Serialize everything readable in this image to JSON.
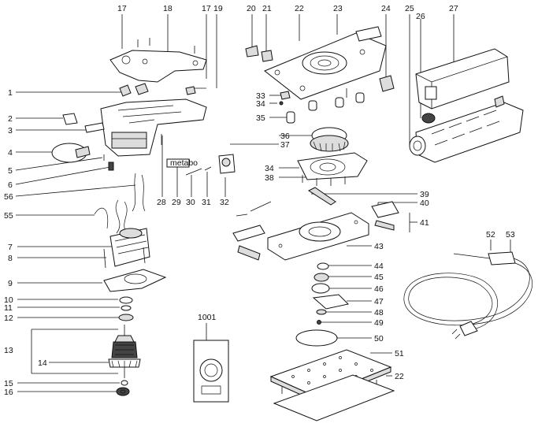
{
  "diagram": {
    "callouts": [
      "17",
      "18",
      "17",
      "19",
      "20",
      "21",
      "22",
      "23",
      "24",
      "25",
      "26",
      "27",
      "1",
      "2",
      "3",
      "4",
      "5",
      "6",
      "56",
      "55",
      "28",
      "29",
      "30",
      "31",
      "32",
      "33",
      "34",
      "35",
      "36",
      "37",
      "34",
      "38",
      "39",
      "40",
      "41",
      "43",
      "52",
      "53",
      "7",
      "8",
      "9",
      "10",
      "11",
      "12",
      "13",
      "14",
      "15",
      "16",
      "1001",
      "44",
      "45",
      "46",
      "47",
      "48",
      "49",
      "50",
      "51",
      "22"
    ],
    "logo_text": "metabo"
  }
}
